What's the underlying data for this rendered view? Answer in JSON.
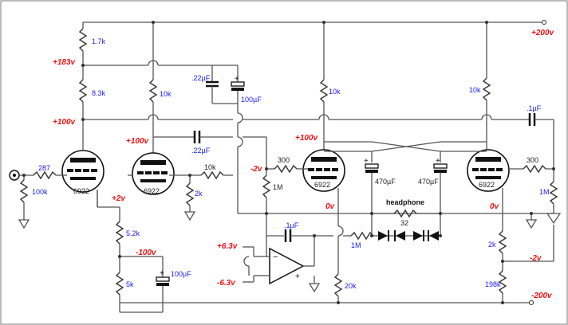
{
  "labels": {
    "r_1k7": "1.7k",
    "r_8k3": "8.3k",
    "r_10k_a": "10k",
    "r_10k_b": "10k",
    "r_10k_c": "10k",
    "r_10k_d": "10k",
    "r_287": "287",
    "r_100k": "100k",
    "r_2k_a": "2k",
    "r_2k_b": "2k",
    "r_5k2": "5.2k",
    "r_5k": "5k",
    "r_300_a": "300",
    "r_300_b": "300",
    "r_1m_a": "1M",
    "r_1m_b": "1M",
    "r_1m_c": "1M",
    "r_20k": "20k",
    "r_198k": "198k",
    "r_32": "32",
    "c_22uf_a": ".22µF",
    "c_22uf_b": ".22µF",
    "c_100uf_a": "100µF",
    "c_100uf_b": "100µF",
    "c_470uf_a": "470µF",
    "c_470uf_b": "470µF",
    "c_1uf_a": ".1µF",
    "c_1uf_b": ".1µF",
    "tube_1": "6922",
    "tube_2": "6922",
    "tube_3": "6922",
    "tube_4": "6922",
    "headphone": "headphone"
  },
  "rails": {
    "v_p200_top": "+200v",
    "v_p183": "+183v",
    "v_p100_a": "+100v",
    "v_p100_b": "+100v",
    "v_p100_c": "+100v",
    "v_p2": "+2v",
    "v_m2_a": "-2v",
    "v_m2_b": "-2v",
    "v_m100": "-100v",
    "v_0_a": "0v",
    "v_0_b": "0v",
    "v_p6_3": "+6.3v",
    "v_m6_3": "-6.3v",
    "v_m200": "-200v"
  }
}
